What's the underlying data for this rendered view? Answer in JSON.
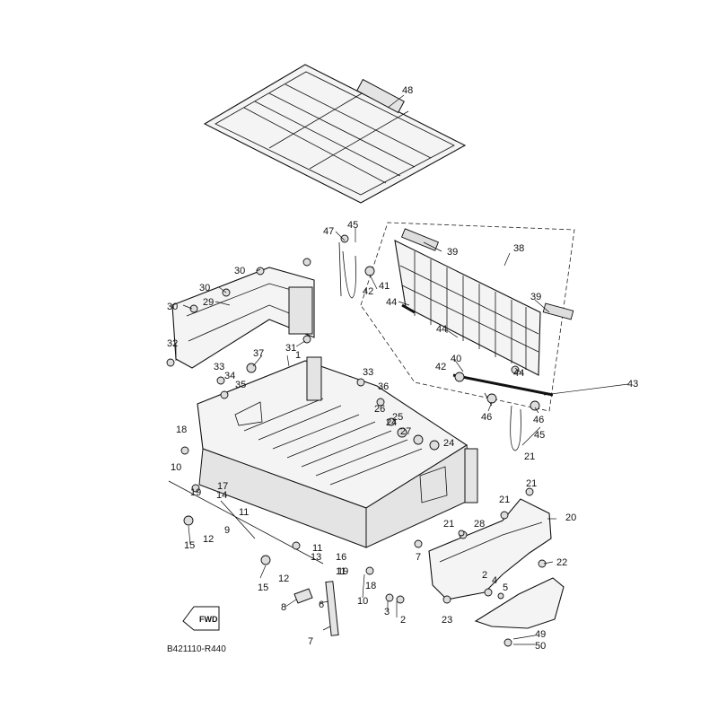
{
  "diagram": {
    "code": "B421110-R440",
    "fwd_label": "FWD",
    "parts": {
      "p1": "1",
      "p2": "2",
      "p3": "3",
      "p4": "4",
      "p5": "5",
      "p6": "6",
      "p7": "7",
      "p8": "8",
      "p9": "9",
      "p10": "10",
      "p11": "11",
      "p12": "12",
      "p13": "13",
      "p14": "14",
      "p15": "15",
      "p16": "16",
      "p17": "17",
      "p18": "18",
      "p19": "19",
      "p20": "20",
      "p21": "21",
      "p22": "22",
      "p23": "23",
      "p24": "24",
      "p25": "25",
      "p26": "26",
      "p27": "27",
      "p28": "28",
      "p29": "29",
      "p30": "30",
      "p31": "31",
      "p32": "32",
      "p33": "33",
      "p34": "34",
      "p35": "35",
      "p36": "36",
      "p37": "37",
      "p38": "38",
      "p39": "39",
      "p40": "40",
      "p41": "41",
      "p42": "42",
      "p43": "43",
      "p44": "44",
      "p45": "45",
      "p46": "46",
      "p47": "47",
      "p48": "48",
      "p49": "49",
      "p50": "50"
    }
  }
}
